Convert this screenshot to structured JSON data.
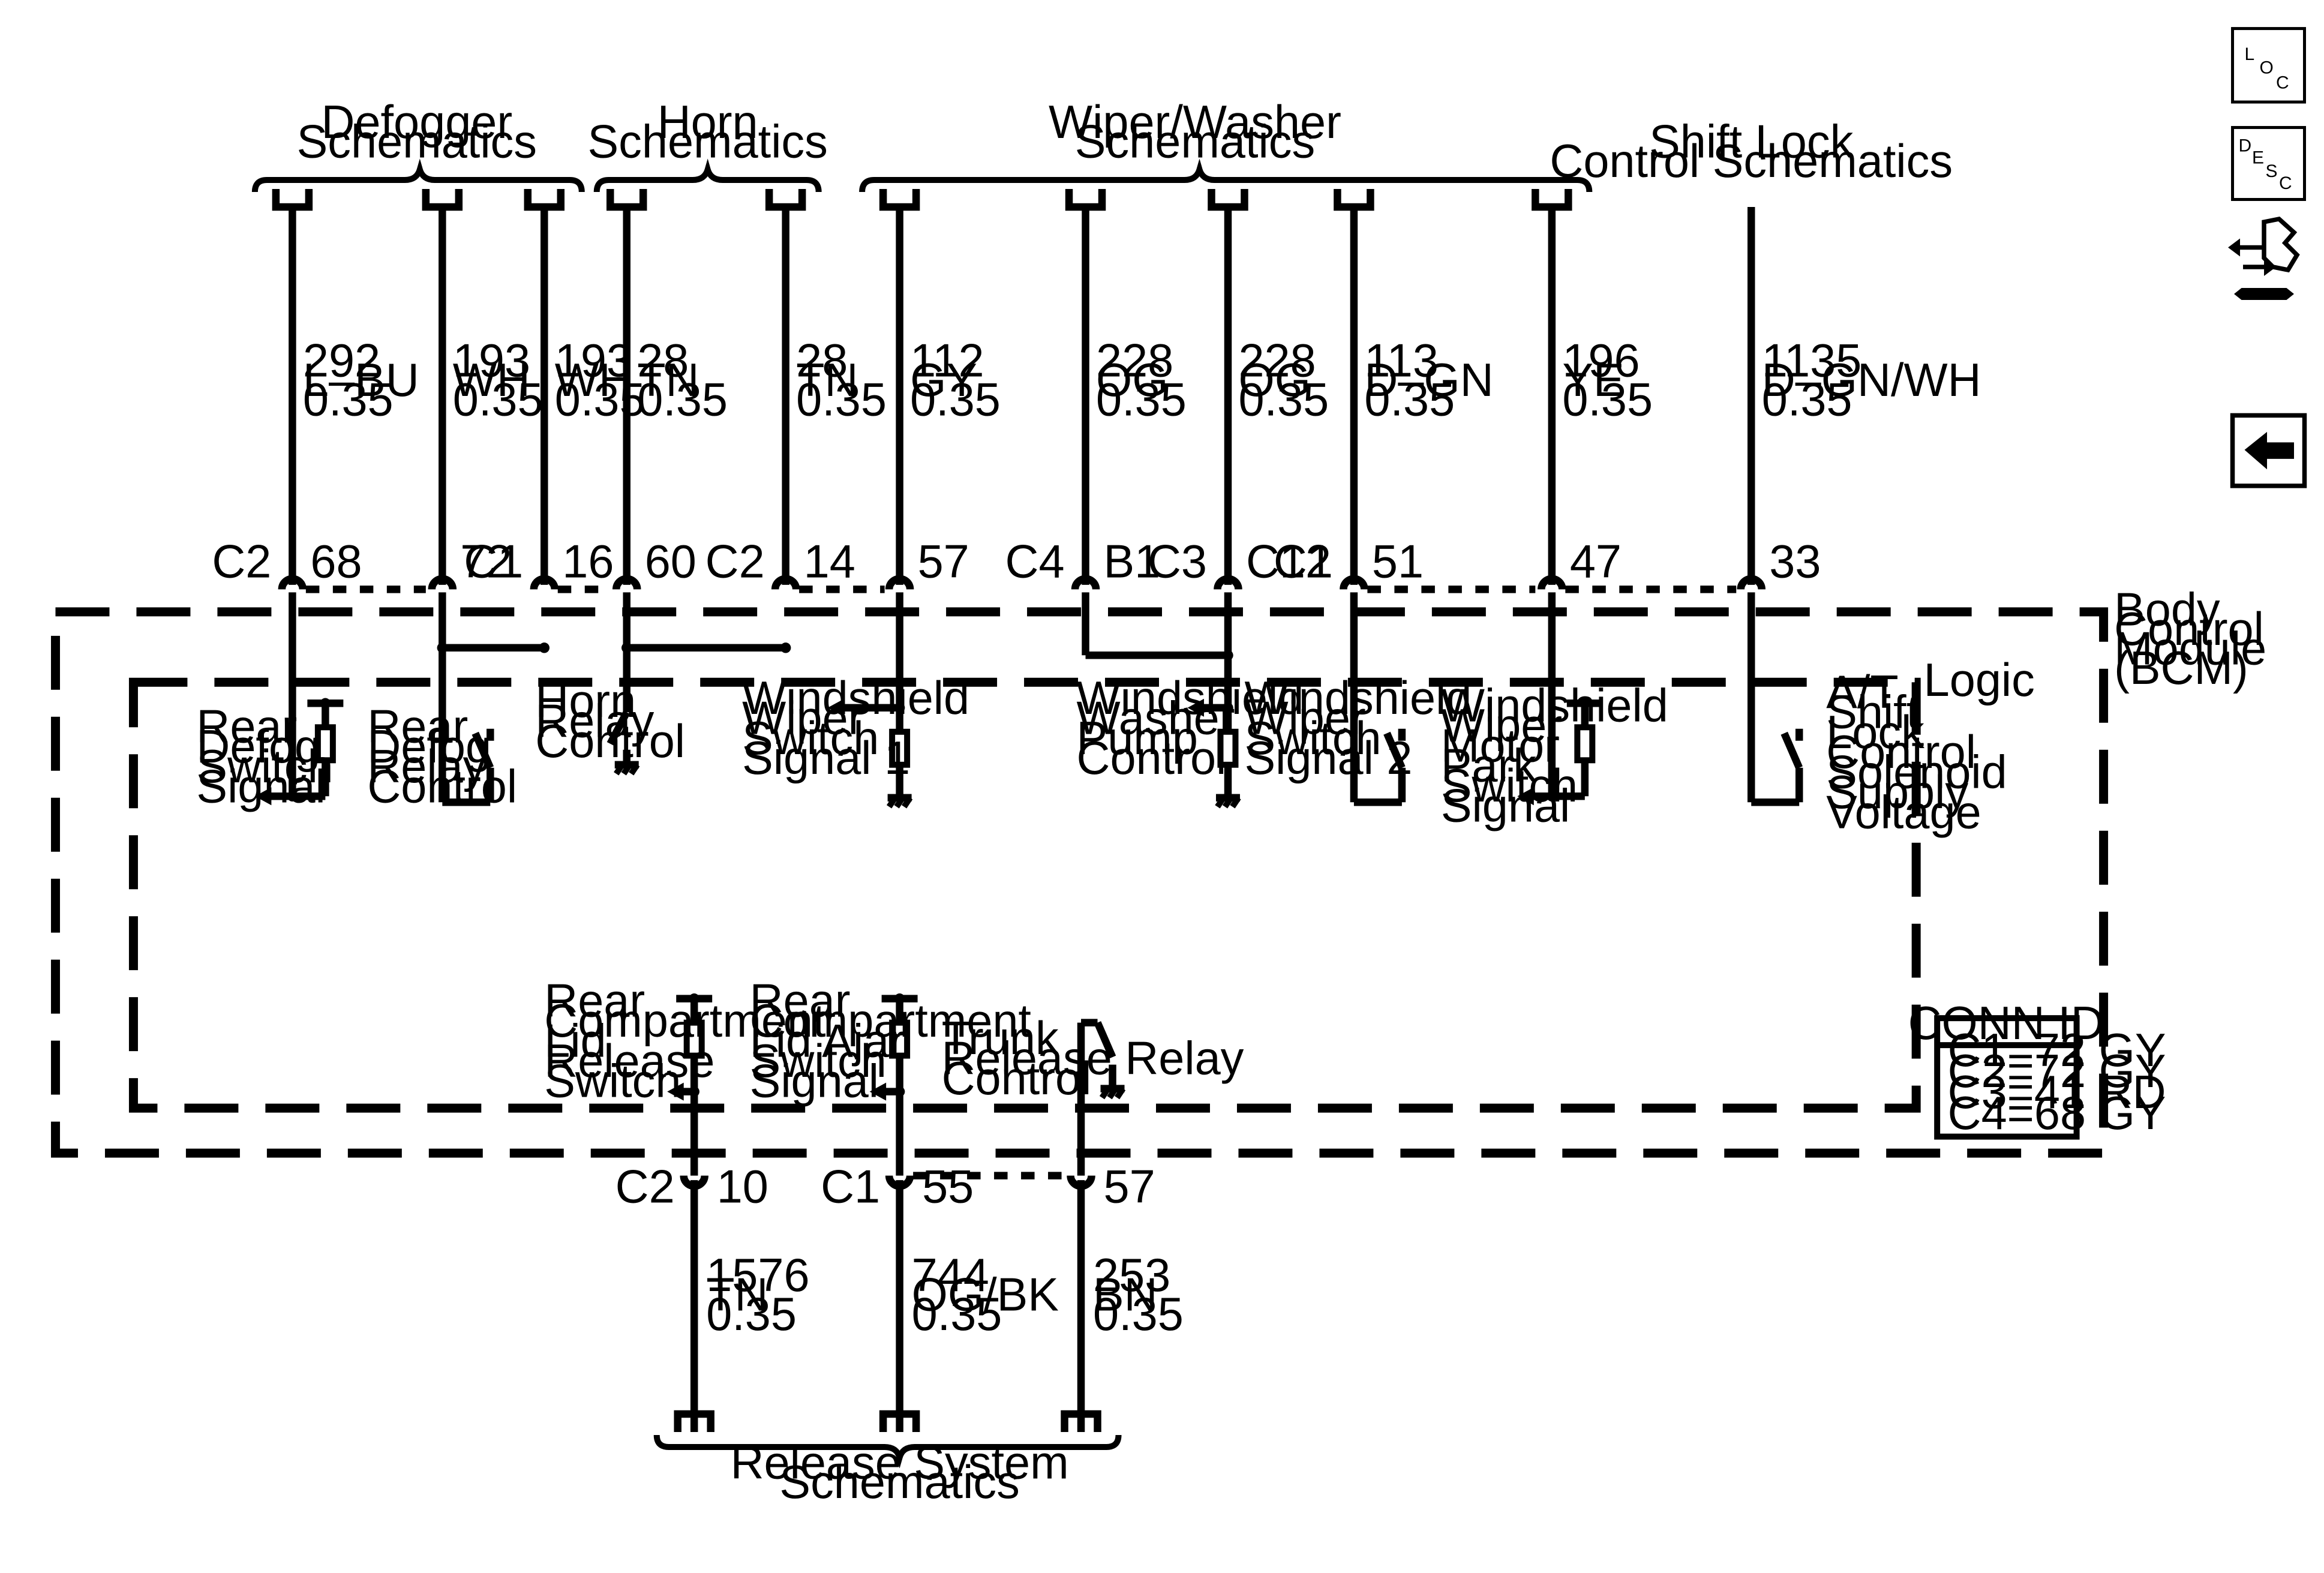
{
  "groups_top": {
    "defogger": {
      "line1": "Defogger",
      "line2": "Schematics"
    },
    "horn": {
      "line1": "Horn",
      "line2": "Schematics"
    },
    "wiper": {
      "line1": "Wiper/Washer",
      "line2": "Schematics"
    },
    "shiftlock": {
      "line1": "Shift Lock",
      "line2": "Control Schematics"
    }
  },
  "group_bottom": {
    "line1": "Release System",
    "line2": "Schematics"
  },
  "module": {
    "line1": "Body",
    "line2": "Control",
    "line3": "Module",
    "line4": "(BCM)",
    "logic": "Logic"
  },
  "conn_id": {
    "title": "CONN ID",
    "rows": [
      "C1=72 GY",
      "C2=72 GY",
      "C3=41 RD",
      "C4=68 GY"
    ]
  },
  "wires": [
    {
      "circuit": "292",
      "color": "L–BU",
      "size": "0.35",
      "conn": "C2",
      "pin": "68"
    },
    {
      "circuit": "193",
      "color": "WH",
      "size": "0.35",
      "conn": "",
      "pin": "72"
    },
    {
      "circuit": "193",
      "color": "WH",
      "size": "0.35",
      "conn": "C1",
      "pin": "16"
    },
    {
      "circuit": "28",
      "color": "TN",
      "size": "0.35",
      "conn": "",
      "pin": "60"
    },
    {
      "circuit": "28",
      "color": "TN",
      "size": "0.35",
      "conn": "C2",
      "pin": "14"
    },
    {
      "circuit": "112",
      "color": "GY",
      "size": "0.35",
      "conn": "",
      "pin": "57"
    },
    {
      "circuit": "228",
      "color": "OG",
      "size": "0.35",
      "conn": "C4",
      "pin": "B1"
    },
    {
      "circuit": "228",
      "color": "OG",
      "size": "0.35",
      "conn": "C3",
      "pin": "C12"
    },
    {
      "circuit": "113",
      "color": "D–GN",
      "size": "0.35",
      "conn": "C1",
      "pin": "51"
    },
    {
      "circuit": "196",
      "color": "YE",
      "size": "0.35",
      "conn": "",
      "pin": "47"
    },
    {
      "circuit": "1135",
      "color": "D–GN/WH",
      "size": "0.35",
      "conn": "",
      "pin": "33"
    }
  ],
  "bottom_wires": [
    {
      "circuit": "1576",
      "color": "TN",
      "size": "0.35",
      "conn": "C2",
      "pin": "10"
    },
    {
      "circuit": "744",
      "color": "OG/BK",
      "size": "0.35",
      "conn": "C1",
      "pin": "55"
    },
    {
      "circuit": "253",
      "color": "BN",
      "size": "0.35",
      "conn": "",
      "pin": "57"
    }
  ],
  "functions": {
    "rear_defog_switch": [
      "Rear",
      "Defog",
      "Switch",
      "Signal"
    ],
    "rear_defog_relay": [
      "Rear",
      "Defog",
      "Relay",
      "Control"
    ],
    "horn_relay": [
      "Horn",
      "Relay",
      "Control"
    ],
    "ws_wiper_sw1": [
      "Windshield",
      "Wiper",
      "Switch",
      "Signal 1"
    ],
    "ws_washer_pump": [
      "Windshield",
      "Washer",
      "Pump",
      "Control"
    ],
    "ws_wiper_sw2": [
      "Windshield",
      "Wiper",
      "Switch",
      "Signal 2"
    ],
    "ws_wiper_park": [
      "Windshield",
      "Wiper",
      "Motor",
      "Park",
      "Switch",
      "Signal"
    ],
    "at_shift_lock": [
      "A/T",
      "Shift",
      "Lock",
      "Control",
      "Solenoid",
      "Supply",
      "Voltage"
    ],
    "rear_comp_release": [
      "Rear",
      "Compartment",
      "Lid",
      "Release",
      "Switch"
    ],
    "rear_comp_ajar": [
      "Rear",
      "Compartment",
      "Lid Ajar",
      "Switch",
      "Signal"
    ],
    "trunk_release": [
      "Trunk",
      "Release Relay",
      "Control"
    ]
  },
  "nav": {
    "loc": {
      "l1": "L",
      "l2": "O",
      "l3": "C"
    },
    "desc": {
      "l1": "D",
      "l2": "E",
      "l3": "S",
      "l4": "C"
    },
    "connector_icon": "connector-icon",
    "back_icon": "back-arrow-icon"
  }
}
